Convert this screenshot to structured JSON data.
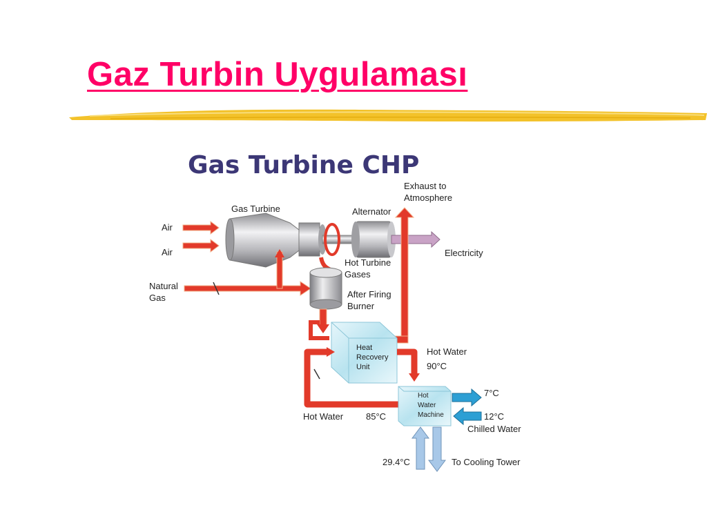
{
  "slide": {
    "title": "Gaz Turbin Uygulaması",
    "title_color": "#ff0066",
    "accent_color": "#f3c22a"
  },
  "diagram": {
    "title": "Gas Turbine CHP",
    "title_color": "#3c3776",
    "labels": {
      "exhaust_line1": "Exhaust to",
      "exhaust_line2": "Atmosphere",
      "gas_turbine": "Gas Turbine",
      "alternator": "Alternator",
      "air_1": "Air",
      "air_2": "Air",
      "electricity": "Electricity",
      "hot_turbine_line1": "Hot Turbine",
      "hot_turbine_line2": "Gases",
      "natural_gas_line1": "Natural",
      "natural_gas_line2": "Gas",
      "after_firing_line1": "After Firing",
      "after_firing_line2": "Burner",
      "heat_recovery_line1": "Heat",
      "heat_recovery_line2": "Recovery",
      "heat_recovery_line3": "Unit",
      "hot_water_top": "Hot Water",
      "temp_90": "90°C",
      "hot_water_machine_line1": "Hot",
      "hot_water_machine_line2": "Water",
      "hot_water_machine_line3": "Machine",
      "temp_7": "7°C",
      "temp_12": "12°C",
      "chilled_water": "Chilled Water",
      "hot_water_bottom": "Hot Water",
      "temp_85": "85°C",
      "temp_29": "29.4°C",
      "cooling_tower": "To Cooling Tower"
    },
    "colors": {
      "hot_pipe": "#e23a2a",
      "hot_pipe_edge": "#f2b08a",
      "electric_pipe": "#c9a3c6",
      "chilled_arrow": "#2d9fd4",
      "cooling_arrow": "#a8c8e8",
      "metal": "#b9b9bd"
    }
  }
}
